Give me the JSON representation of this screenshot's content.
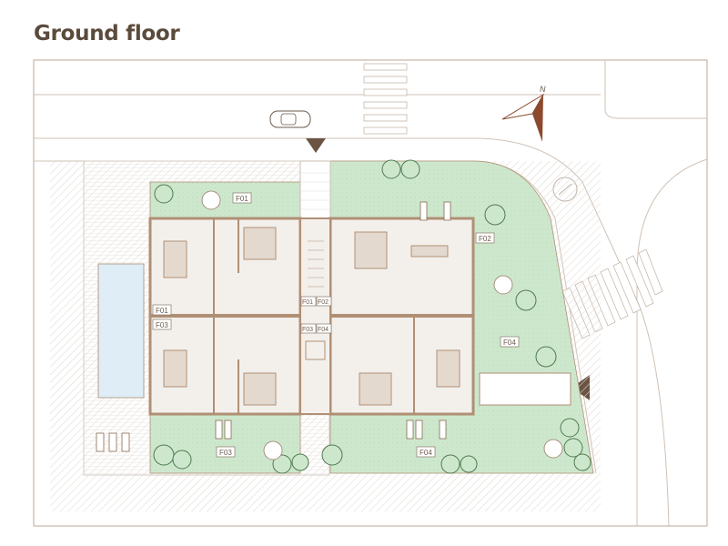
{
  "title": "Ground floor",
  "compass": {
    "north_label": "N"
  },
  "units": {
    "f01_garden": "F01",
    "f02_garden": "F02",
    "f01_left": "F01",
    "f03_left": "F03",
    "core_f01": "F01",
    "core_f02": "F02",
    "core_f03": "F03",
    "core_f04": "F04",
    "f04_right": "F04",
    "f03_bottom": "F03",
    "f04_bottom": "F04"
  },
  "colors": {
    "wall": "#b08f74",
    "garden": "#cfe8cf",
    "floor": "#f3f0ec",
    "pool": "#dfedf7",
    "accent": "#8b4a2e"
  }
}
